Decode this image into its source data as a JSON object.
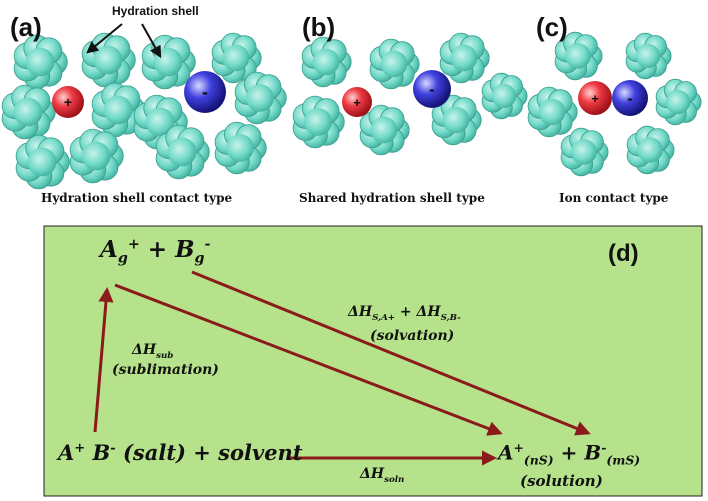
{
  "panels": {
    "a": {
      "letter": "(a)",
      "caption": "Hydration shell contact type",
      "shell_label": "Hydration shell"
    },
    "b": {
      "letter": "(b)",
      "caption": "Shared hydration  shell type"
    },
    "c": {
      "letter": "(c)",
      "caption": "Ion contact type"
    },
    "d": {
      "letter": "(d)"
    }
  },
  "ions": {
    "cation": "+",
    "anion": "-"
  },
  "cycle": {
    "top_A": "A",
    "top_A_sub": "g",
    "top_A_sup": "+",
    "plus": " + ",
    "top_B": "B",
    "top_B_sub": "g",
    "top_B_sup": "-",
    "solvation_label": "ΔH",
    "solvation_sub1": "S,A+",
    "solvation_plus": " + ",
    "solvation_label2": "ΔH",
    "solvation_sub2": "S,B-",
    "solvation_name": "(solvation)",
    "sub_label": "ΔH",
    "sub_label_sub": "sub",
    "sub_name": "(sublimation)",
    "salt_A": "A",
    "salt_A_sup": "+",
    "salt_B": " B",
    "salt_B_sup": "-",
    "salt_rest": " (salt) + solvent",
    "soln_label": "ΔH",
    "soln_label_sub": "soln",
    "product_A": "A",
    "product_A_sup": "+",
    "product_A_sub": "(nS)",
    "product_plus": " + ",
    "product_B": "B",
    "product_B_sup": "-",
    "product_B_sub": "(mS)",
    "product_name": "(solution)"
  },
  "colors": {
    "box_fill": "#b5e28a",
    "arrow": "#8b1a1a",
    "cation": "#e8343c",
    "anion": "#3f3fd6",
    "water": "#6ed6c6"
  }
}
